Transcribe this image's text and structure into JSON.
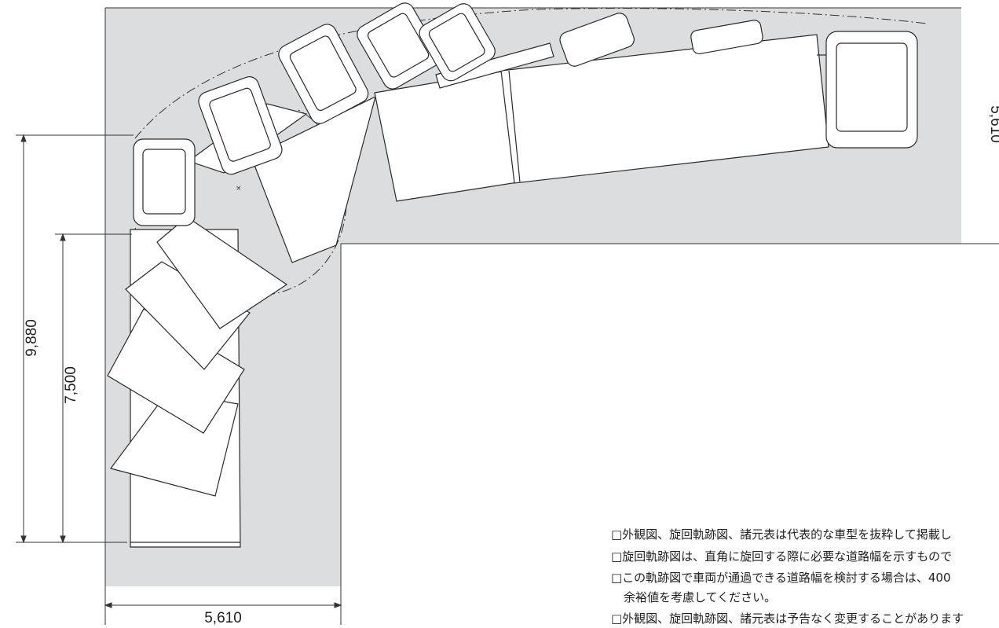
{
  "dimensions": {
    "overall_height": "9,880",
    "inner_height": "7,500",
    "road_width_bottom": "5,610",
    "road_width_right": "5,610"
  },
  "notes": [
    "□外観図、旋回軌跡図、諸元表は代表的な車型を抜粋して掲載し",
    "□旋回軌跡図は、直角に旋回する際に必要な道路幅を示すもので",
    "□この軌跡図で車両が通過できる道路幅を検討する場合は、400",
    "余裕値を考慮してください。",
    "□外観図、旋回軌跡図、諸元表は予告なく変更することがあります"
  ],
  "colors": {
    "road": "#dcdddf",
    "outline": "#2a2a2a",
    "body_fill": "#ffffff"
  }
}
